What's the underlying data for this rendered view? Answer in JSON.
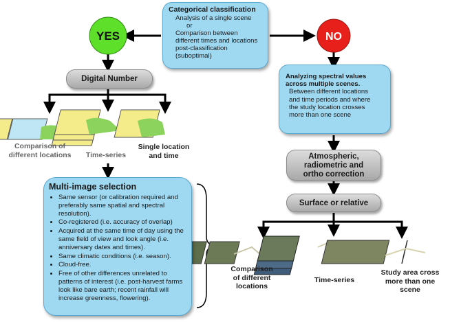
{
  "top_box": {
    "title": "Categorical classification",
    "lines": [
      "Analysis of a single scene",
      "or",
      "Comparison between",
      "different times and locations",
      "post-classification",
      "(suboptimal)"
    ]
  },
  "yes_label": "YES",
  "no_label": "NO",
  "digital_number": "Digital Number",
  "left_labels": {
    "comparison": [
      "Comparison of",
      "different locations"
    ],
    "time_series": "Time-series",
    "single": [
      "Single location",
      "and time"
    ]
  },
  "multi_image": {
    "title": "Multi-image selection",
    "bullets": [
      "Same sensor (or calibration required and preferably same spatial and spectral resolution).",
      "Co-registered (i.e. accuracy of overlap)",
      "Acquired at the same time of day using the same field of view and look angle (i.e. anniversary dates and times).",
      "Same climatic conditions (i.e. season).",
      "Cloud-free.",
      "Free of other differences unrelated to patterns of interest (i.e. post-harvest farms look like bare earth; recent rainfall will increase greenness, flowering)."
    ]
  },
  "spectral_box": {
    "title": [
      "Analyzing spectral values",
      "across multiple scenes."
    ],
    "lines": [
      "Between different locations",
      "and time periods and where",
      "the study location crosses",
      "more than one scene"
    ]
  },
  "correction": [
    "Atmospheric,",
    "radiometric and",
    "ortho correction"
  ],
  "surface": "Surface or relative",
  "right_labels": {
    "comparison": [
      "Comparison",
      "of different",
      "locations"
    ],
    "time_series": "Time-series",
    "cross": [
      "Study area cross",
      "more than one",
      "scene"
    ]
  },
  "icons": {
    "green_map": "green-map-icon",
    "satellite": "satellite-image-icon"
  },
  "colors": {
    "yes": "#5ee02a",
    "no": "#e8201c",
    "box_blue": "#9fd8f1",
    "box_grey": "#bdbdbd"
  }
}
